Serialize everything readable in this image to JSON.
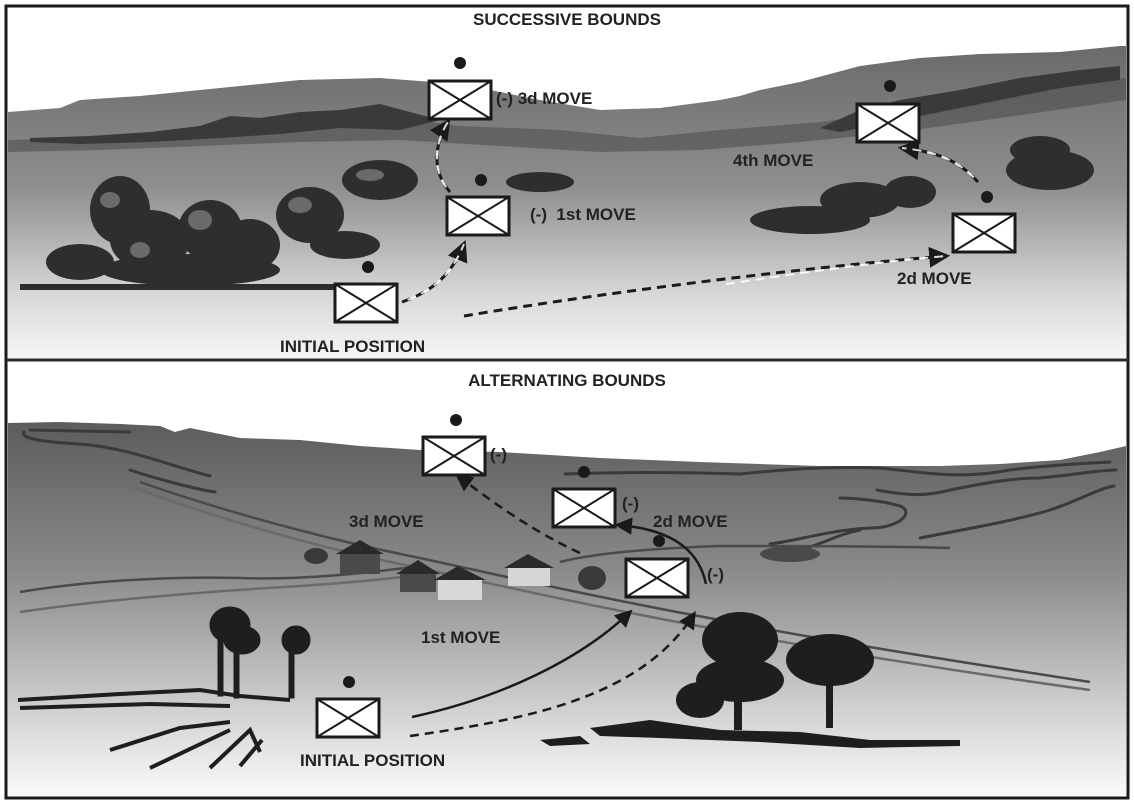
{
  "figure": {
    "panels": [
      {
        "id": "successive",
        "title": "SUCCESSIVE BOUNDS",
        "labels": {
          "initial": "INITIAL POSITION",
          "first": "(-)  1st MOVE",
          "second": "2d MOVE",
          "third": "(-) 3d MOVE",
          "fourth": "4th MOVE"
        }
      },
      {
        "id": "alternating",
        "title": "ALTERNATING BOUNDS",
        "labels": {
          "initial": "INITIAL POSITION",
          "first": "1st MOVE",
          "second": "2d MOVE",
          "third": "3d MOVE",
          "minus_a": "(-)",
          "minus_b": "(-)",
          "minus_c": "(-)"
        }
      }
    ],
    "symbol": "infantry-unit-symbol",
    "colors": {
      "frame": "#1a1a1a",
      "terrain_dark": "#5a5a5a",
      "terrain_light": "#f2f2f2",
      "vegetation": "#2a2a2a",
      "text": "#222222"
    }
  }
}
